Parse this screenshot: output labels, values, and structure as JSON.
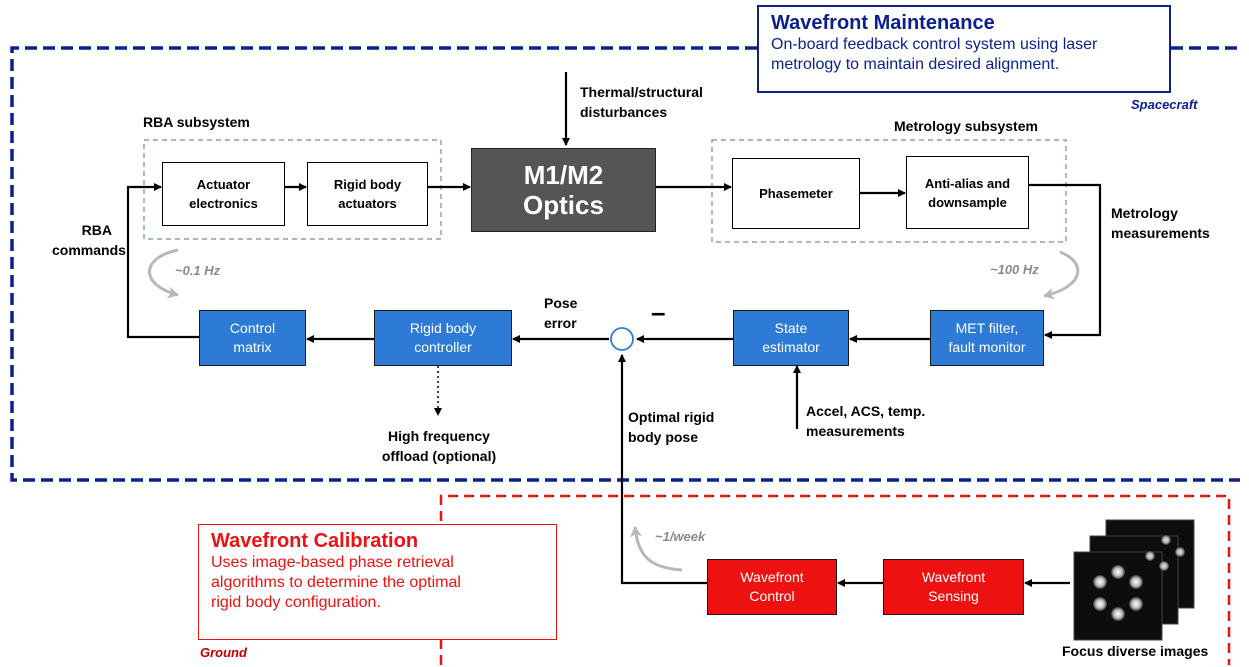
{
  "maintenance": {
    "title": "Wavefront Maintenance",
    "desc": [
      "On-board feedback control system using laser",
      "metrology to maintain desired alignment."
    ],
    "region": "Spacecraft",
    "color": "#0b1f8f"
  },
  "calibration": {
    "title": "Wavefront Calibration",
    "desc": [
      "Uses image-based phase retrieval",
      "algorithms to determine the optimal",
      "rigid body configuration."
    ],
    "region": "Ground",
    "color": "#ee1111"
  },
  "subsystems": {
    "rba": "RBA subsystem",
    "metrology": "Metrology subsystem"
  },
  "blocks": {
    "actuator_electronics": [
      "Actuator",
      "electronics"
    ],
    "rigid_body_actuators": [
      "Rigid body",
      "actuators"
    ],
    "optics": [
      "M1/M2",
      "Optics"
    ],
    "phasemeter": [
      "Phasemeter"
    ],
    "antialias": [
      "Anti-alias and",
      "downsample"
    ],
    "control_matrix": [
      "Control",
      "matrix"
    ],
    "rigid_body_controller": [
      "Rigid body",
      "controller"
    ],
    "state_estimator": [
      "State",
      "estimator"
    ],
    "met_filter": [
      "MET filter,",
      "fault monitor"
    ],
    "wavefront_control": [
      "Wavefront",
      "Control"
    ],
    "wavefront_sensing": [
      "Wavefront",
      "Sensing"
    ]
  },
  "labels": {
    "disturbances": [
      "Thermal/structural",
      "disturbances"
    ],
    "rba_commands": [
      "RBA",
      "commands"
    ],
    "metrology_measurements": [
      "Metrology",
      "measurements"
    ],
    "pose_error": [
      "Pose",
      "error"
    ],
    "minus_sign": "–",
    "high_freq": [
      "High frequency",
      "offload (optional)"
    ],
    "optimal_pose": [
      "Optimal rigid",
      "body pose"
    ],
    "accel": [
      "Accel, ACS, temp.",
      "measurements"
    ],
    "focus_images": "Focus diverse images"
  },
  "rates": {
    "rba": "~0.1 Hz",
    "metrology": "~100 Hz",
    "calibration": "~1/week"
  },
  "colors": {
    "block_blue": "#2d7bd6",
    "block_red": "#ee1111",
    "optics_gray": "#555555",
    "subsystem_border": "#6b8db8",
    "rate_arrow": "#b8b8b8"
  },
  "icons": [
    "focus-diverse-images-stack-icon",
    "summing-junction-icon"
  ]
}
